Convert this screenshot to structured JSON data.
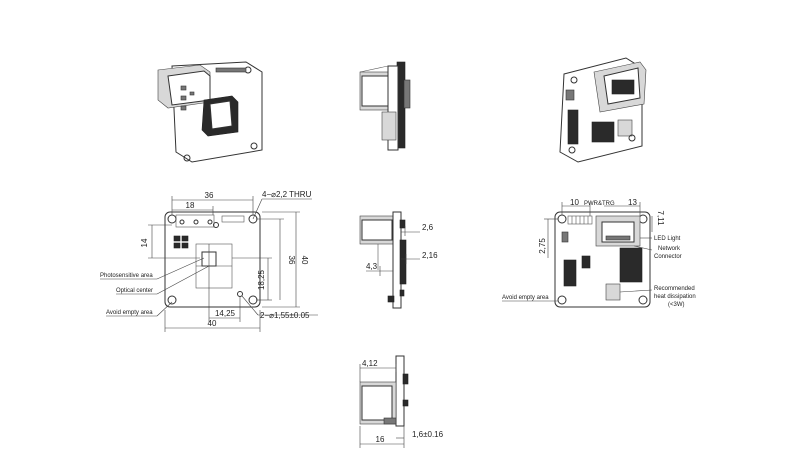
{
  "front_view": {
    "dim_36": "36",
    "dim_18": "18",
    "dim_14": "14",
    "dim_40_width": "40",
    "dim_40_height": "40",
    "dim_36_height": "36",
    "dim_18_25": "18,25",
    "dim_14_25": "14,25",
    "mount_hole_note": "4−⌀2,2 THRU",
    "locate_hole_note": "2−⌀1,55±0.05",
    "label_photosensitive": "Photosensitive area",
    "label_optical_center": "Optical center",
    "label_avoid_empty": "Avoid empty area"
  },
  "side_view": {
    "dim_2_6": "2,6",
    "dim_2_16": "2,16",
    "dim_4_3": "4,3"
  },
  "bottom_view": {
    "dim_4_12": "4,12",
    "dim_16": "16",
    "dim_1_6": "1,6±0.16"
  },
  "back_view": {
    "dim_10": "10",
    "dim_13": "13",
    "dim_2_75": "2,75",
    "dim_7_11": "7,11",
    "label_pwr_trg": "PWR&TRG",
    "label_led": "LED Light",
    "label_network": "Network",
    "label_connector": "Connector",
    "label_heat_1": "Recommended",
    "label_heat_2": "heat dissipation",
    "label_heat_3": "(<3W)",
    "label_avoid_empty": "Avoid empty area"
  }
}
